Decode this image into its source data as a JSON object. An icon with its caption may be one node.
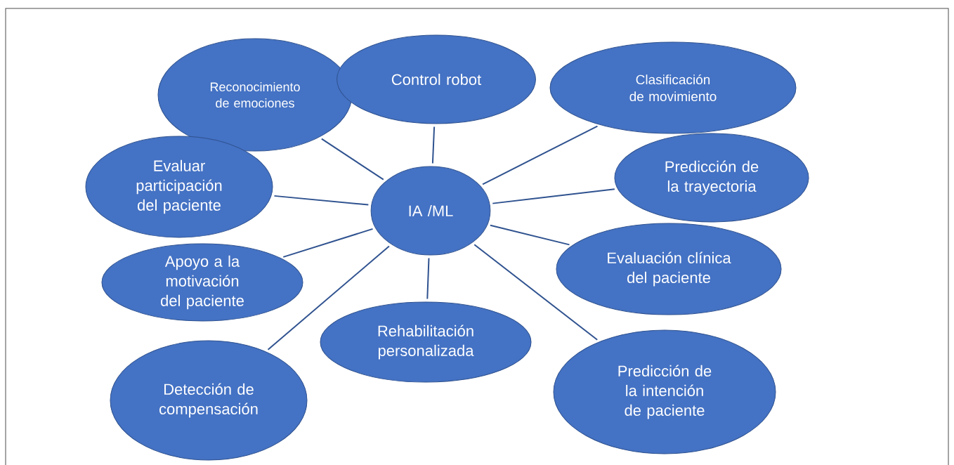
{
  "diagram": {
    "nodes": [
      {
        "text": [
          "Reconocimiento de emociones"
        ]
      },
      {
        "text": [
          "Control robot"
        ]
      },
      {
        "text": [
          "Clasificación de movimiento"
        ]
      },
      {
        "text": [
          "Predicción de la trayectoria"
        ]
      },
      {
        "text": [
          "Evaluar participación del paciente"
        ]
      },
      {
        "text": [
          "IA /ML"
        ]
      },
      {
        "text": [
          "Evaluación clínica del paciente"
        ]
      },
      {
        "text": [
          "Apoyo a la motivación del paciente"
        ]
      },
      {
        "text": [
          "Rehabilitación personalizada"
        ]
      },
      {
        "text": [
          "Detección de compensación"
        ]
      },
      {
        "text": [
          "Predicción de la intención de paciente"
        ]
      }
    ],
    "edges": [
      {
        "from": 5,
        "to": 0,
        "arrow": "none"
      },
      {
        "from": 5,
        "to": 1,
        "arrow": "none"
      },
      {
        "from": 5,
        "to": 2,
        "arrow": "none"
      },
      {
        "from": 5,
        "to": 3,
        "arrow": "none"
      },
      {
        "from": 5,
        "to": 4,
        "arrow": "none"
      },
      {
        "from": 5,
        "to": 6,
        "arrow": "none"
      },
      {
        "from": 5,
        "to": 7,
        "arrow": "none"
      },
      {
        "from": 5,
        "to": 8,
        "arrow": "none"
      },
      {
        "from": 5,
        "to": 9,
        "arrow": "none"
      },
      {
        "from": 5,
        "to": 10,
        "arrow": "none"
      }
    ]
  }
}
